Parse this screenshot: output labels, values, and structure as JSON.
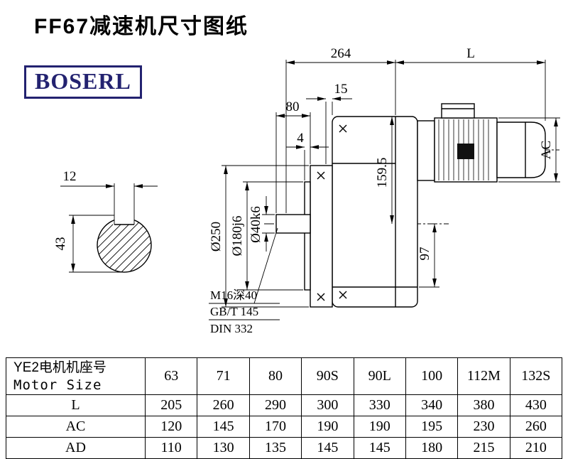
{
  "header": {
    "title": "FF67减速机尺寸图纸",
    "logo": "BOSERL"
  },
  "drawing": {
    "dims": {
      "l264": "264",
      "L": "L",
      "n15": "15",
      "n80": "80",
      "n4": "4",
      "dia250": "Ø250",
      "dia180": "Ø180j6",
      "dia40": "Ø40k6",
      "h159": "159.5",
      "h97": "97",
      "ac": "AC",
      "w12": "12",
      "h43": "43"
    },
    "notes": [
      "M16深40",
      "GB/T 145",
      "DIN 332"
    ]
  },
  "table": {
    "row_header_line1": "YE2电机机座号",
    "row_header_line2": "Motor Size",
    "motor_sizes": [
      "63",
      "71",
      "80",
      "90S",
      "90L",
      "100",
      "112M",
      "132S"
    ],
    "rows": [
      {
        "label": "L",
        "values": [
          "205",
          "260",
          "290",
          "300",
          "330",
          "340",
          "380",
          "430"
        ]
      },
      {
        "label": "AC",
        "values": [
          "120",
          "145",
          "170",
          "190",
          "190",
          "195",
          "230",
          "260"
        ]
      },
      {
        "label": "AD",
        "values": [
          "110",
          "130",
          "135",
          "145",
          "145",
          "180",
          "215",
          "210"
        ]
      }
    ]
  }
}
